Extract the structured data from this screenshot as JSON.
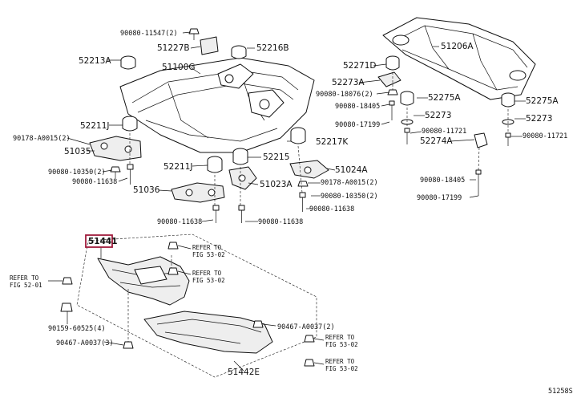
{
  "labels": {
    "l1": "90080-11547(2)",
    "l2": "51227B",
    "l3": "52216B",
    "l4": "52213A",
    "l5": "51100G",
    "l6": "51206A",
    "l7": "52271D",
    "l8": "52273A",
    "l9": "90080-18076(2)",
    "l10": "52275A",
    "l11": "52275A",
    "l12": "90080-18405",
    "l13": "52273",
    "l14": "52273",
    "l15": "90080-17199",
    "l16": "90080-11721",
    "l17": "90080-11721",
    "l18": "52211J",
    "l19": "52217K",
    "l20": "90178-A0015(2)",
    "l21": "51035",
    "l22": "52274A",
    "l23": "52211J",
    "l24": "52215",
    "l25": "51024A",
    "l26": "90080-10350(2)",
    "l27": "90080-11638",
    "l28": "51023A",
    "l29": "90178-A0015(2)",
    "l30": "90080-18405",
    "l31": "51036",
    "l32": "90080-10350(2)",
    "l33": "90080-17199",
    "l34": "90080-11638",
    "l35": "90080-11638",
    "l36": "90080-11638",
    "l37": "51441",
    "l38": "REFER TO",
    "l39": "FIG 53-02",
    "l40": "REFER TO",
    "l41": "FIG 53-02",
    "l42": "REFER TO",
    "l43": "FIG 52-01",
    "l44": "90159-60525(4)",
    "l45": "90467-A0037(2)",
    "l46": "REFER TO",
    "l47": "FIG 53-02",
    "l48": "90467-A0037(3)",
    "l49": "REFER TO",
    "l50": "FIG 53-02",
    "l51": "51442E",
    "l52": "51258S"
  }
}
